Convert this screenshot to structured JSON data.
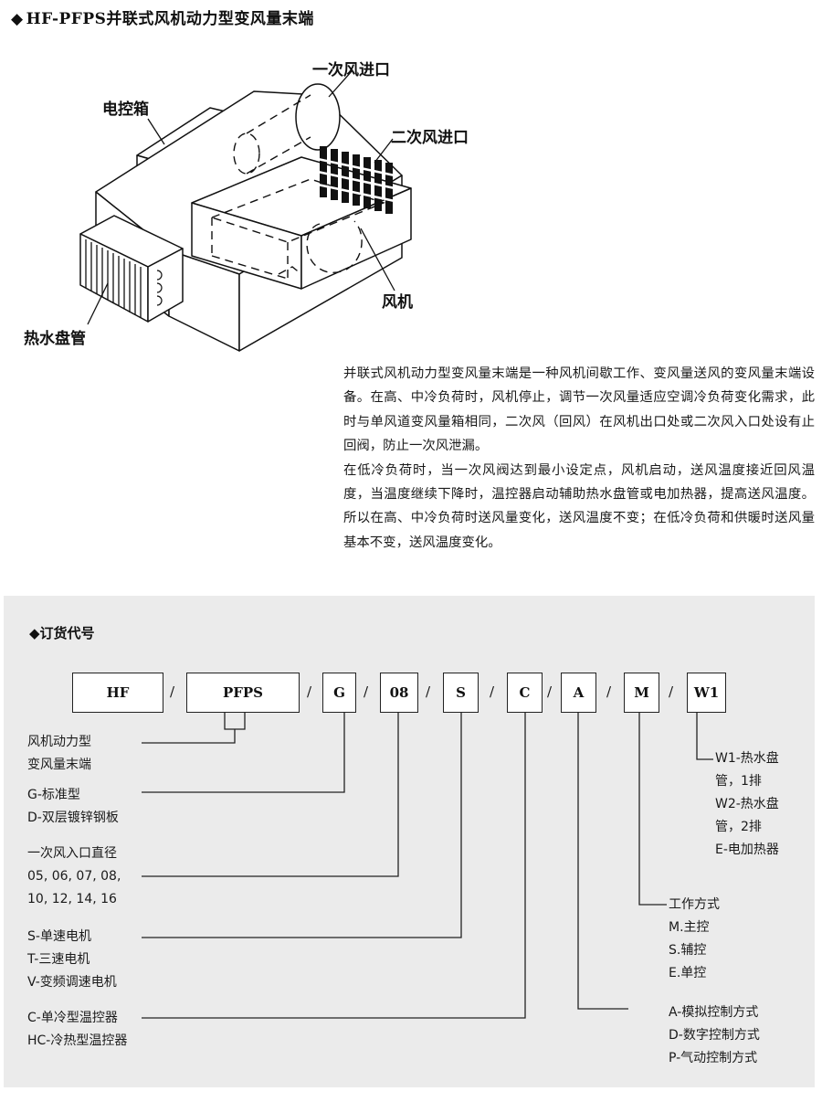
{
  "title": {
    "diamond": "◆",
    "text": "HF-PFPS并联式风机动力型变风量末端"
  },
  "diagram_labels": {
    "primary_inlet": "一次风进口",
    "secondary_inlet": "二次风进口",
    "control_box": "电控箱",
    "fan": "风机",
    "hot_water_coil": "热水盘管"
  },
  "description": [
    "并联式风机动力型变风量末端是一种风机间歇工作、变风量送风的变风量末端设备。在高、中冷负荷时，风机停止，调节一次风量适应空调冷负荷变化需求，此时与单风道变风量箱相同，二次风（回风）在风机出口处或二次风入口处设有止回阀，防止一次风泄漏。",
    "在低冷负荷时，当一次风阀达到最小设定点，风机启动，送风温度接近回风温度，当温度继续下降时，温控器启动辅助热水盘管或电加热器，提高送风温度。所以在高、中冷负荷时送风量变化，送风温度不变；在低冷负荷和供暖时送风量基本不变，送风温度变化。"
  ],
  "order": {
    "diamond": "◆",
    "title": "订货代号",
    "codes": [
      "HF",
      "PFPS",
      "G",
      "08",
      "S",
      "C",
      "A",
      "M",
      "W1"
    ],
    "separator": "/",
    "left_options": {
      "type": [
        "风机动力型",
        "变风量末端"
      ],
      "casing": [
        "G-标准型",
        "D-双层镀锌钢板"
      ],
      "inlet": [
        "一次风入口直径",
        "05, 06, 07, 08,",
        "10, 12, 14, 16"
      ],
      "motor": [
        "S-单速电机",
        "T-三速电机",
        "V-变频调速电机"
      ],
      "thermostat": [
        "C-单冷型温控器",
        "HC-冷热型温控器"
      ]
    },
    "right_options": {
      "heater": [
        "W1-热水盘",
        "管，1排",
        "W2-热水盘",
        "管，2排",
        "E-电加热器"
      ],
      "mode": [
        "工作方式",
        "M.主控",
        "S.辅控",
        "E.单控"
      ],
      "control": [
        "A-模拟控制方式",
        "D-数字控制方式",
        "P-气动控制方式"
      ]
    }
  }
}
